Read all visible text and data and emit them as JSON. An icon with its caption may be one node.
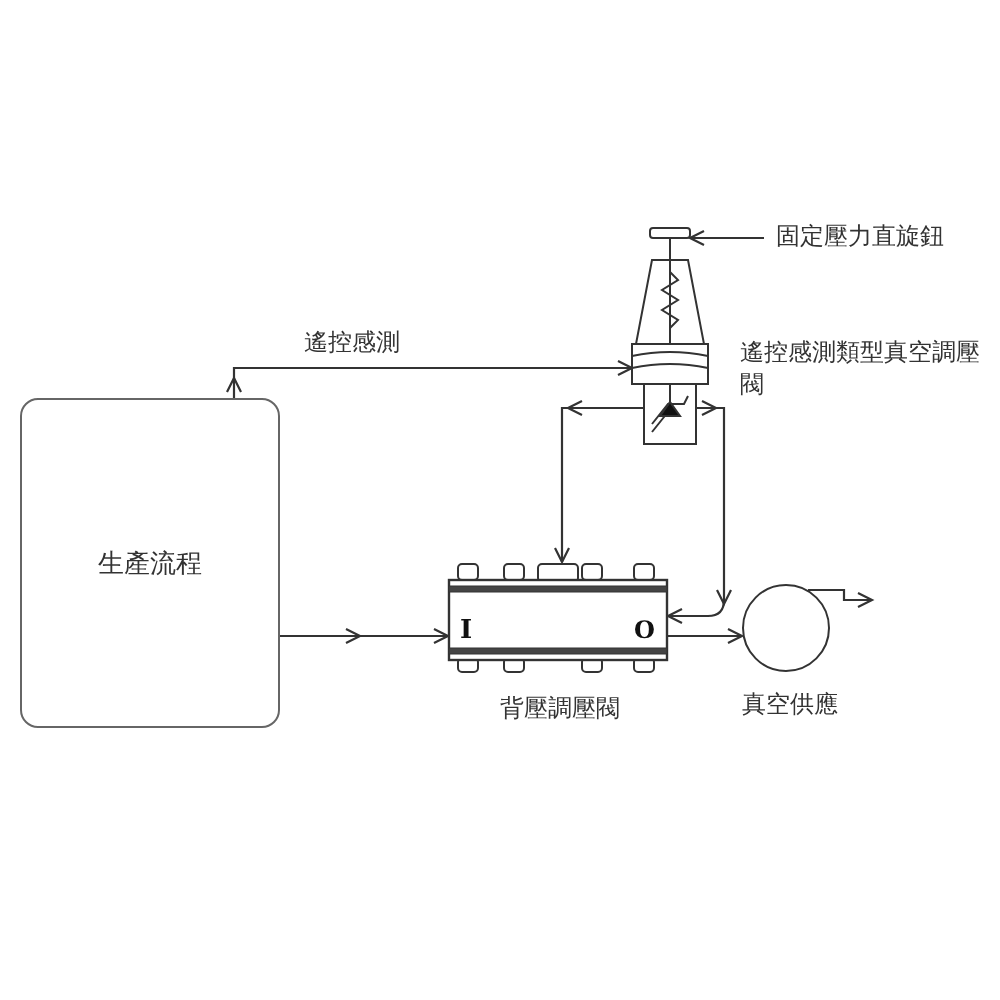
{
  "diagram": {
    "nodes": [
      {
        "text": [
          "生產流程"
        ]
      },
      {
        "text": [
          "I",
          "O"
        ],
        "beside": [
          "背壓調壓閥"
        ]
      },
      {
        "text": [],
        "shape": "circle",
        "beside": [
          "真空供應"
        ]
      },
      {
        "text": [],
        "shape": "picture",
        "beside": [
          "遙控感測類型真空調壓閥"
        ]
      },
      {
        "text": [
          "固定壓力直旋鈕"
        ]
      }
    ],
    "edges": [
      {
        "from": 0,
        "to": 1,
        "arrow": "to"
      },
      {
        "from": 1,
        "to": 2,
        "arrow": "to"
      },
      {
        "from": 0,
        "to": 3,
        "arrow": "to",
        "label": "遙控感測"
      },
      {
        "from": 3,
        "to": 1,
        "arrow": "to"
      },
      {
        "from": 3,
        "to": 1,
        "arrow": "to"
      },
      {
        "from": 2,
        "to": null,
        "arrow": "to"
      },
      {
        "from": 4,
        "to": 3,
        "arrow": "to"
      }
    ]
  }
}
